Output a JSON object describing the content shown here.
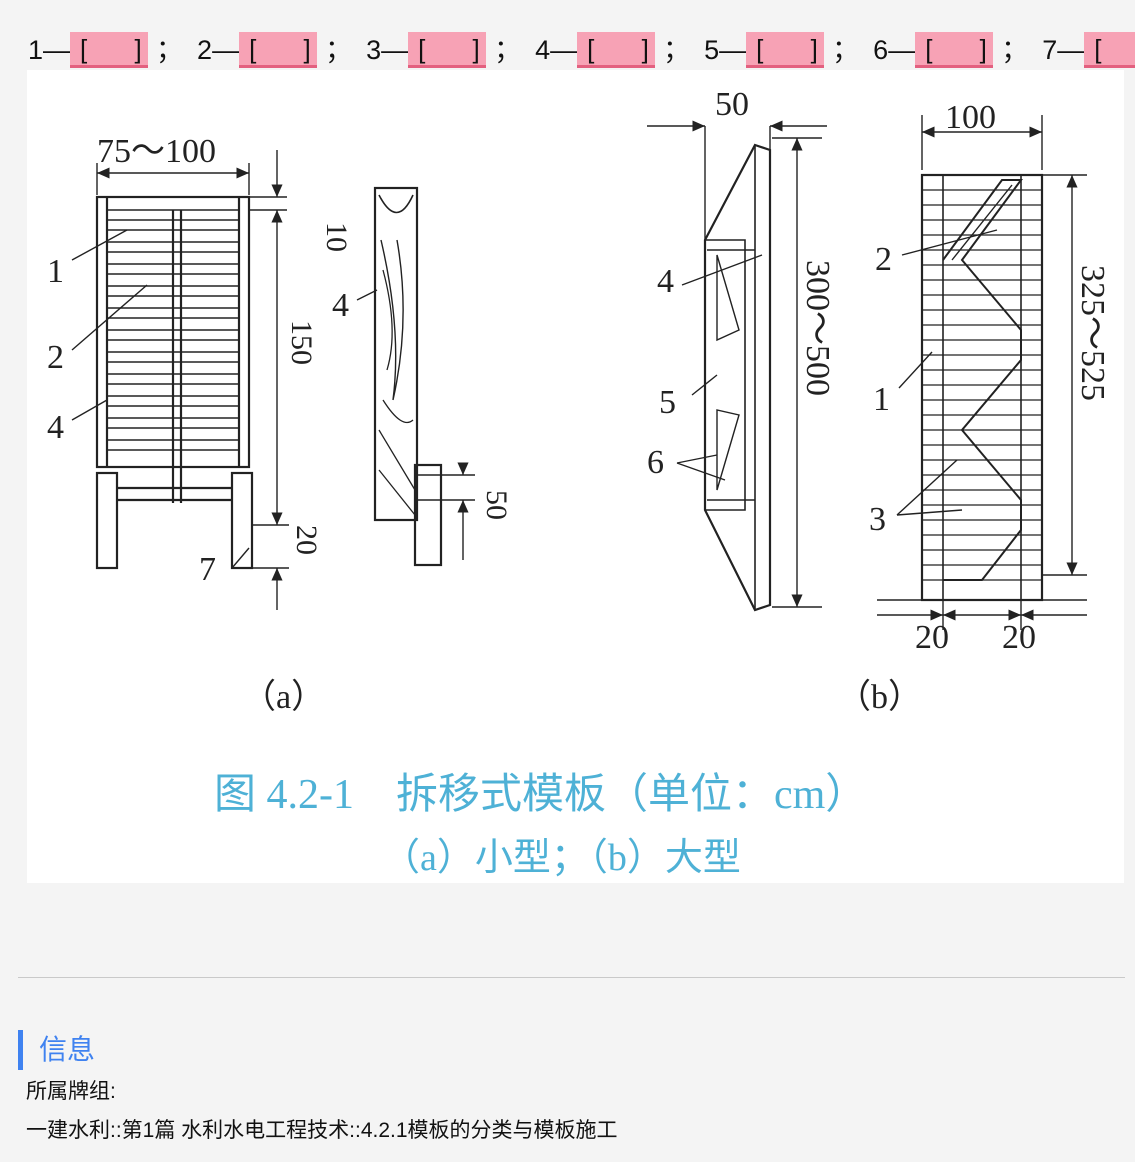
{
  "question": {
    "items": [
      {
        "num": "1",
        "dash": "—",
        "blank": "[ ]",
        "sep": "；"
      },
      {
        "num": "2",
        "dash": "—",
        "blank": "[ ]",
        "sep": "；"
      },
      {
        "num": "3",
        "dash": "—",
        "blank": "[ ]",
        "sep": "；"
      },
      {
        "num": "4",
        "dash": "—",
        "blank": "[ ]",
        "sep": "；"
      },
      {
        "num": "5",
        "dash": "—",
        "blank": "[ ]",
        "sep": "；"
      },
      {
        "num": "6",
        "dash": "—",
        "blank": "[ ]",
        "sep": "；"
      },
      {
        "num": "7",
        "dash": "—",
        "blank": "[ ]",
        "sep": ""
      }
    ]
  },
  "figure": {
    "dim_a_width": "75～100",
    "dim_a_top": "10",
    "dim_a_middle": "150",
    "dim_a_bottom": "20",
    "dim_a_side_foot": "50",
    "dim_b_top": "50",
    "dim_b_height": "300～500",
    "dim_b_width": "100",
    "dim_b_right_height": "325～525",
    "dim_b_bottom_left": "20",
    "dim_b_bottom_right": "20",
    "label_1": "1",
    "label_2": "2",
    "label_3": "3",
    "label_4": "4",
    "label_5": "5",
    "label_6": "6",
    "label_7": "7",
    "sub_a": "（a）",
    "sub_b": "（b）",
    "caption": "图 4.2-1　拆移式模板（单位：cm）",
    "caption_sub": "（a）小型；（b）大型",
    "caption_color": "#4eb1d6"
  },
  "info": {
    "heading": "信息",
    "deck_label": "所属牌组:",
    "deck_path": "一建水利::第1篇 水利水电工程技术::4.2.1模板的分类与模板施工"
  }
}
